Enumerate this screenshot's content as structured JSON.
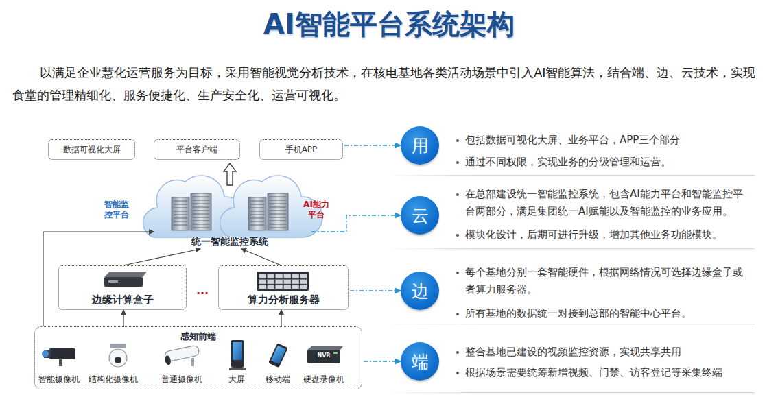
{
  "diagram": {
    "title": "AI智能平台系统架构",
    "nodes": [
      {
        "text": [
          "数据可视化大屏"
        ]
      },
      {
        "text": [
          "平台客户端"
        ]
      },
      {
        "text": [
          "手机APP"
        ]
      },
      {
        "text": [
          "用"
        ]
      },
      {
        "text": [
          "统一智能监控系统"
        ]
      },
      {
        "text": [
          "云"
        ]
      },
      {
        "text": [
          "边缘计算盒子"
        ]
      },
      {
        "text": [
          "算力分析服务器"
        ]
      },
      {
        "text": [
          "边"
        ]
      },
      {
        "text": [
          "感知前端"
        ]
      },
      {
        "text": [
          "端"
        ]
      }
    ],
    "edges": [
      {
        "from": 4,
        "to": 1,
        "arrow": "to"
      },
      {
        "from": 6,
        "to": 4,
        "arrow": "to"
      },
      {
        "from": 7,
        "to": 4,
        "arrow": "to"
      },
      {
        "from": 9,
        "to": 6,
        "arrow": "to"
      },
      {
        "from": 9,
        "to": 7,
        "arrow": "to"
      },
      {
        "from": 9,
        "to": 4,
        "arrow": "to"
      },
      {
        "from": 2,
        "to": 3,
        "arrow": "to"
      },
      {
        "from": 4,
        "to": 5,
        "arrow": "to"
      },
      {
        "from": 7,
        "to": 8,
        "arrow": "to"
      },
      {
        "from": 9,
        "to": 10,
        "arrow": "to"
      }
    ],
    "labels": [
      "以满足企业慧化运营服务为目标，采用智能视觉分析技术，在核电基地各类活动场景中引入AI智能算法，结合端、边、云技术，实现食堂的管理精细化、服务便捷化、生产安全化、运营可视化。",
      "智能监控平台",
      "AI能力平台",
      "...",
      "智能摄像机",
      "结构化摄像机",
      "普通摄像机",
      "大屏",
      "移动端",
      "硬盘录像机",
      "NVR",
      "包括数据可视化大屏、业务平台，APP三个部分",
      "通过不同权限，实现业务的分级管理和运营。",
      "在总部建设统一智能监控系统，包含AI能力平台和智能监控平台两部分，满足集团统一AI赋能以及智能监控的业务应用。",
      "模块化设计，后期可进行升级，增加其他业务功能模块。",
      "每个基地分别一套智能硬件，根据网络情况可选择边缘盒子或者算力服务器。",
      "所有基地的数据统一对接到总部的智能中心平台。",
      "整合基地已建设的视频监控资源，实现共享共用",
      "根据场景需要统筹新增视频、门禁、访客登记等采集终端"
    ]
  }
}
